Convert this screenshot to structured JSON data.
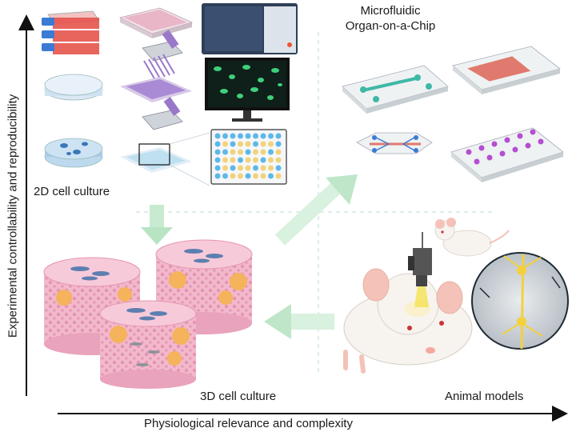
{
  "labels": {
    "microfluidic_line1": "Microfluidic",
    "microfluidic_line2": "Organ-on-a-Chip",
    "culture_2d": "2D cell culture",
    "culture_3d": "3D cell culture",
    "animal_models": "Animal models"
  },
  "axes": {
    "x_label": "Physiological relevance and complexity",
    "y_label": "Experimental controllability and reproducibility"
  },
  "colors": {
    "flask_red": "#e5544c",
    "plate_pink": "#e9b6c8",
    "pipette_purple": "#9a78c9",
    "microscope_screen": "#0f1f1a",
    "cell_green": "#3fcf7a",
    "petri_blue": "#bcd9ee",
    "well_blue": "#5db8e8",
    "well_yellow": "#f2d27a",
    "chip_teal": "#3fb8a6",
    "chip_red": "#e07a6e",
    "chip_purple": "#b44fd0",
    "tissue_pink": "#f2b8cc",
    "tissue_blue": "#5d7fb0",
    "tissue_orange": "#f5b35c",
    "mouse_white": "#f7f3ef",
    "mouse_pink": "#f4c2b8",
    "arrow_green": "#bfe6c9",
    "neuron_yellow": "#f3d03e",
    "axis_black": "#111111"
  },
  "icons": {
    "flasks": "cell-culture-flask-icon",
    "well_plate": "well-plate-icon",
    "pipette": "multichannel-pipette-icon",
    "plate_reader": "plate-reader-icon",
    "monitor": "microscope-monitor-icon",
    "petri": "petri-dish-icon",
    "chip": "organ-chip-icon",
    "spheroid": "tissue-scaffold-icon",
    "mouse": "mouse-icon",
    "neuron": "neuron-icon",
    "microscope": "miniscope-icon"
  }
}
